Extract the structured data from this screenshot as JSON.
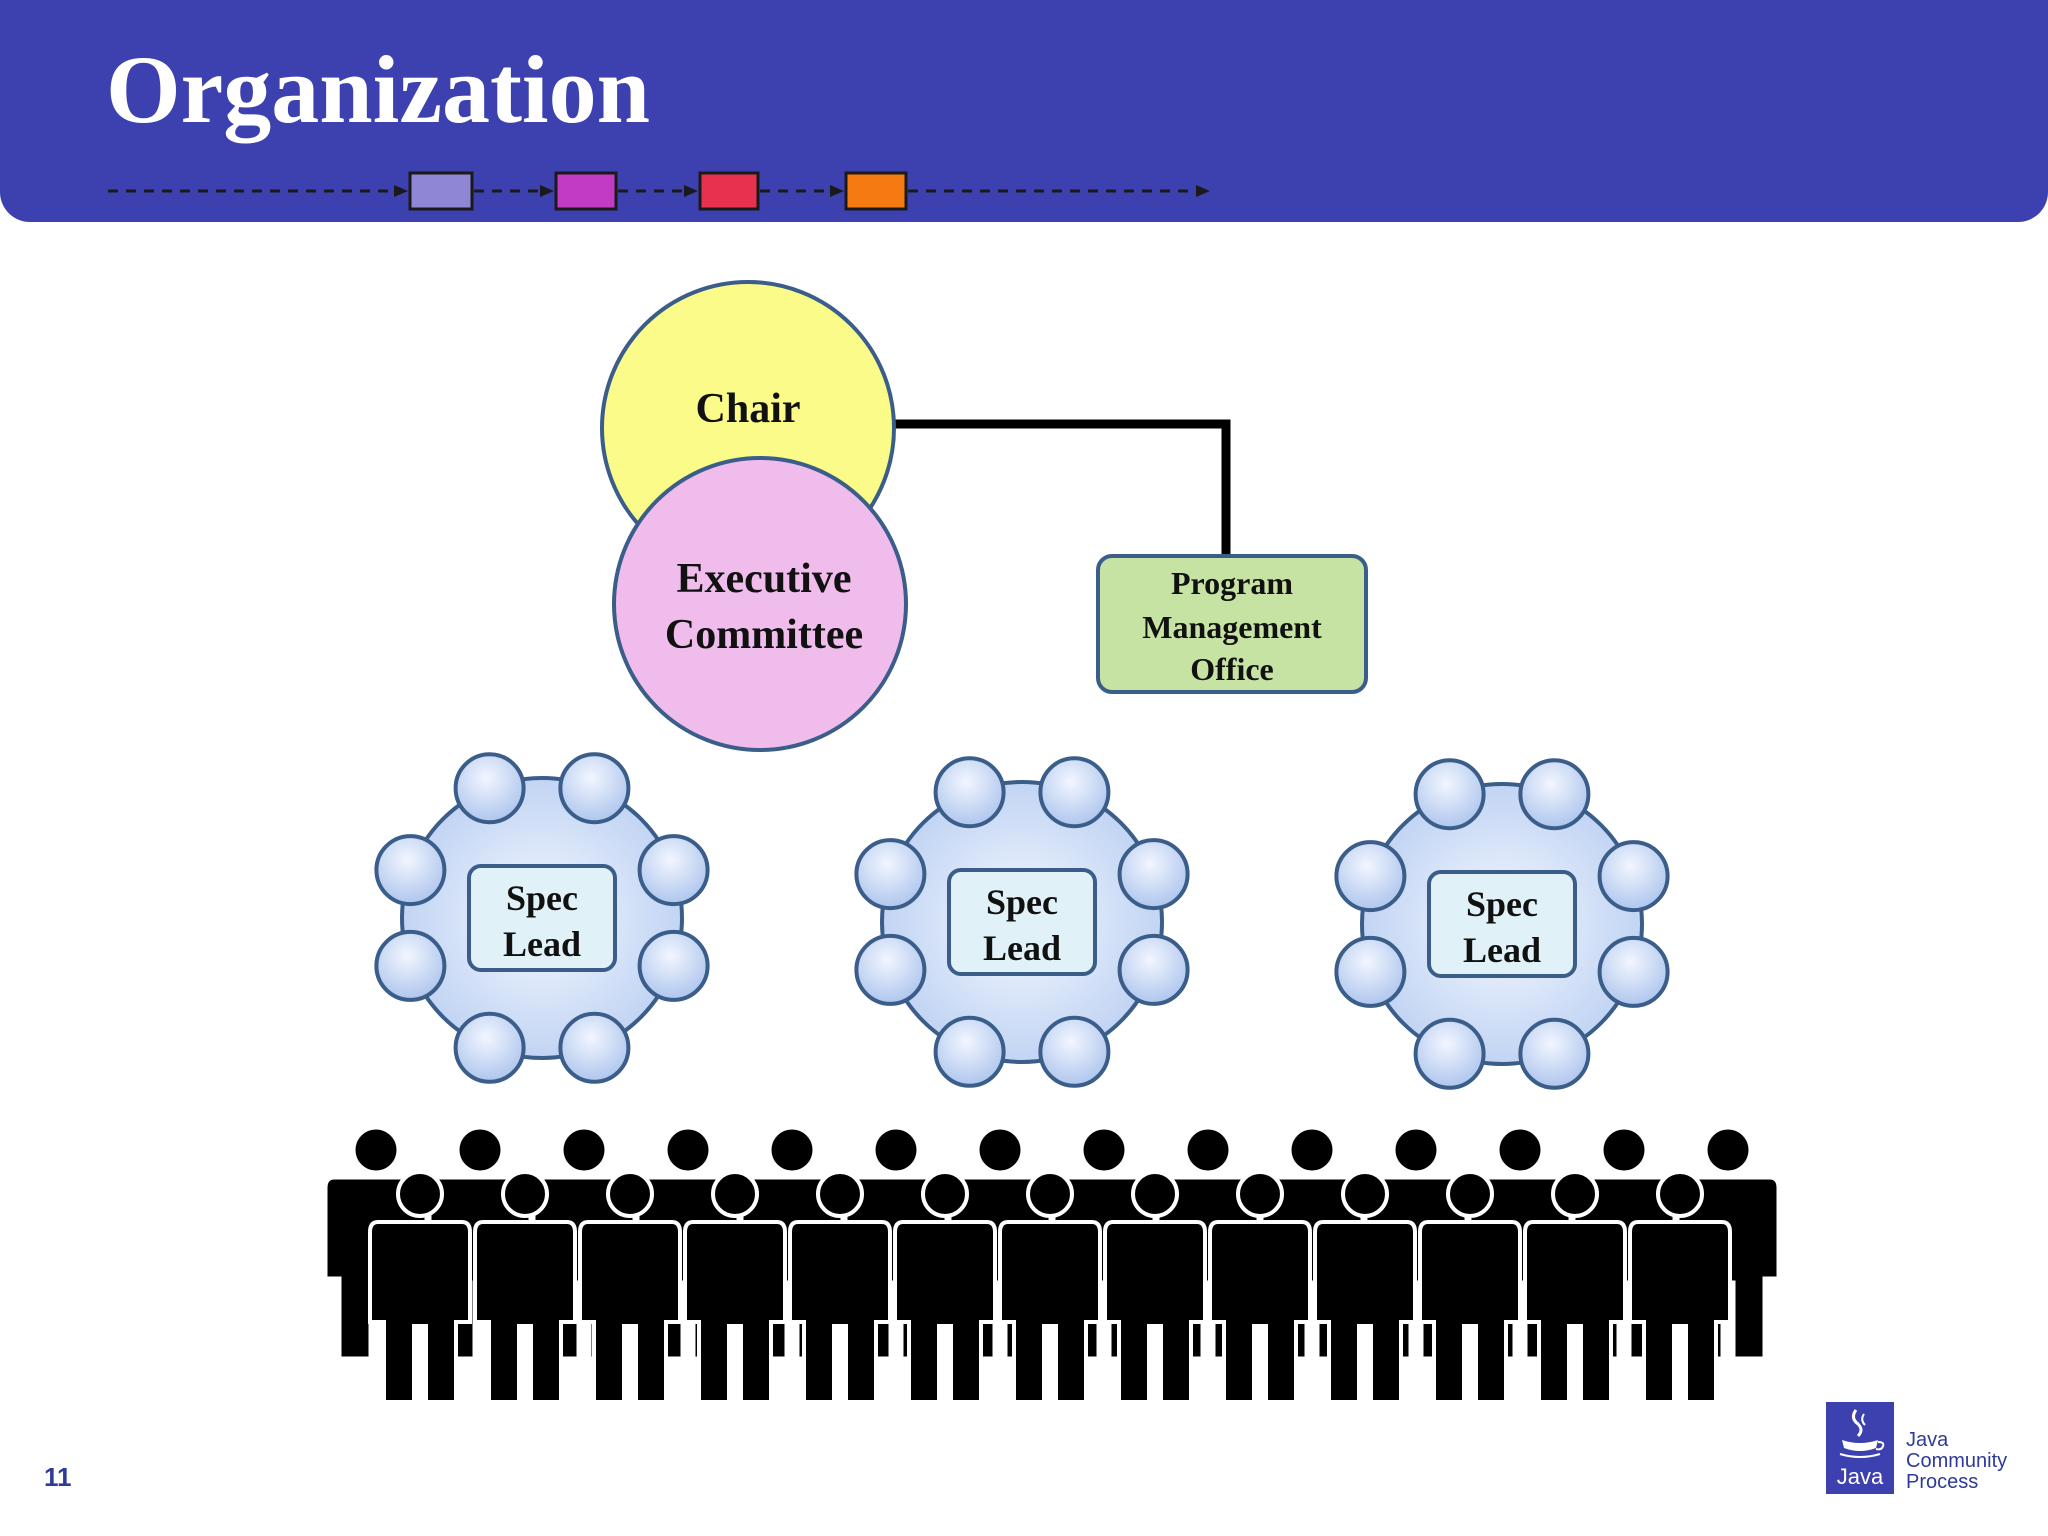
{
  "slide": {
    "title": "Organization",
    "page_number": "11"
  },
  "timeline": {
    "step_colors": [
      "#8f86d6",
      "#c23bc4",
      "#e8314f",
      "#f57a12"
    ]
  },
  "diagram": {
    "chair": {
      "label": "Chair",
      "color": "#fbfb8a"
    },
    "executive_committee": {
      "label_line1": "Executive",
      "label_line2": "Committee",
      "color": "#efbcec"
    },
    "pmo": {
      "label_line1": "Program",
      "label_line2": "Management",
      "label_line3": "Office",
      "color": "#c7e3a3"
    },
    "spec_groups": [
      {
        "label_line1": "Spec",
        "label_line2": "Lead"
      },
      {
        "label_line1": "Spec",
        "label_line2": "Lead"
      },
      {
        "label_line1": "Spec",
        "label_line2": "Lead"
      }
    ],
    "spec_group_color": "#c6d7f3",
    "crowd_icon": "people-crowd-icon"
  },
  "logo": {
    "badge_text": "Java",
    "line1": "Java",
    "line2": "Community",
    "line3": "Process"
  }
}
